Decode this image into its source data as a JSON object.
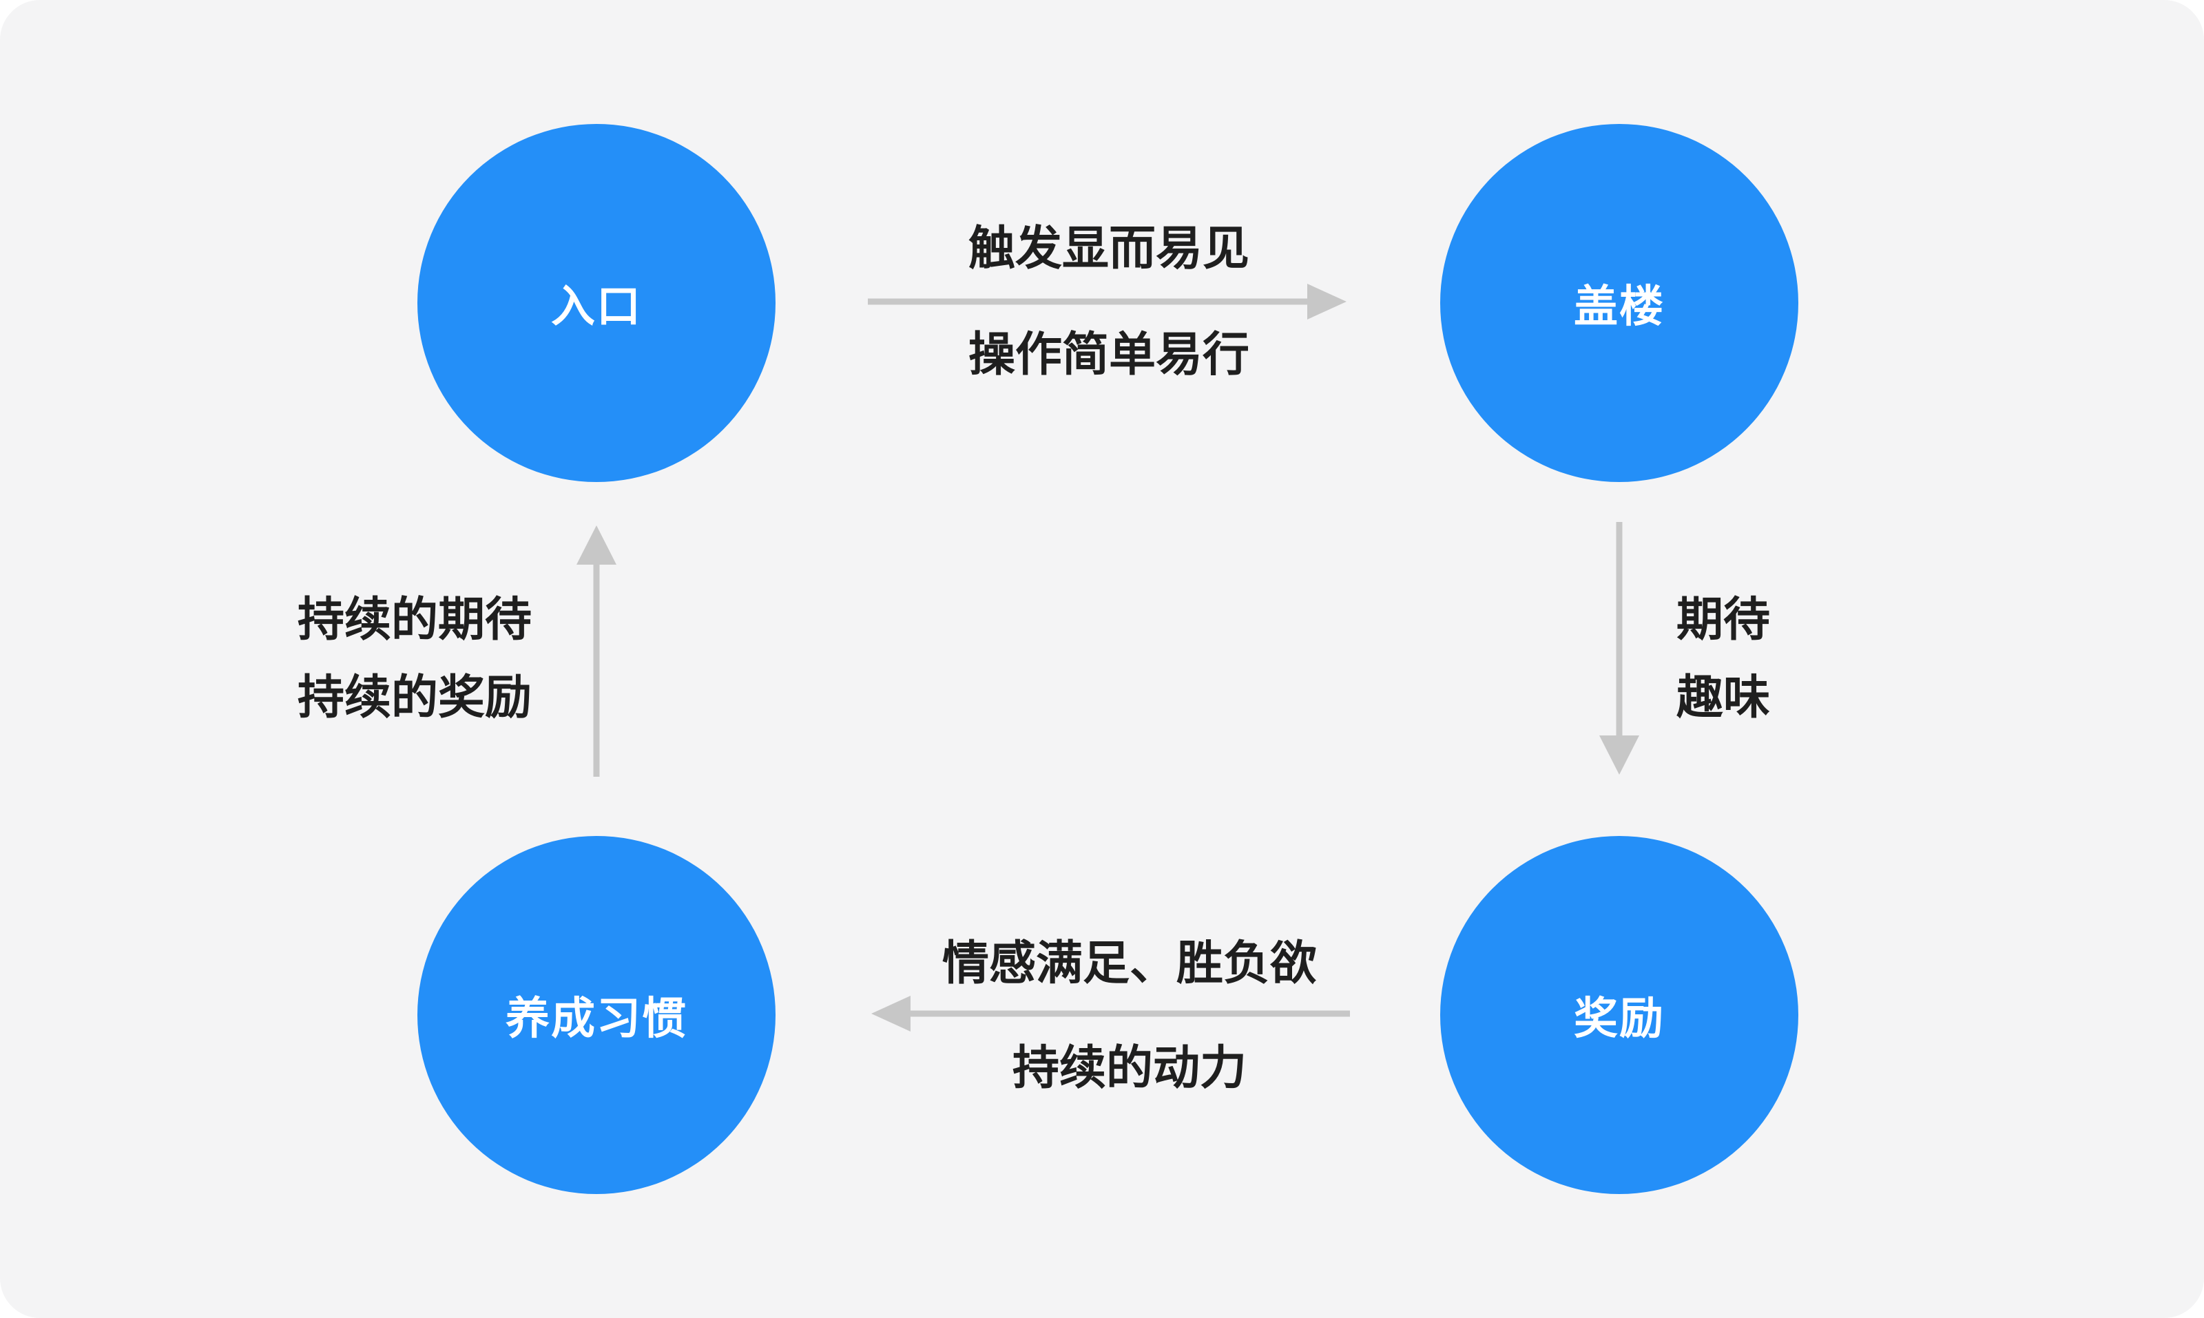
{
  "colors": {
    "node_fill": "#248ff8",
    "node_text": "#ffffff",
    "arrow": "#c7c7c7",
    "text": "#1f1f1f",
    "background": "#f4f4f5"
  },
  "nodes": {
    "entry": "入口",
    "build": "盖楼",
    "reward": "奖励",
    "habit": "养成习惯"
  },
  "edges": {
    "entry_to_build": {
      "line1": "触发显而易见",
      "line2": "操作简单易行"
    },
    "build_to_reward": {
      "line1": "期待",
      "line2": "趣味"
    },
    "reward_to_habit": {
      "line1": "情感满足、胜负欲",
      "line2": "持续的动力"
    },
    "habit_to_entry": {
      "line1": "持续的期待",
      "line2": "持续的奖励"
    }
  }
}
